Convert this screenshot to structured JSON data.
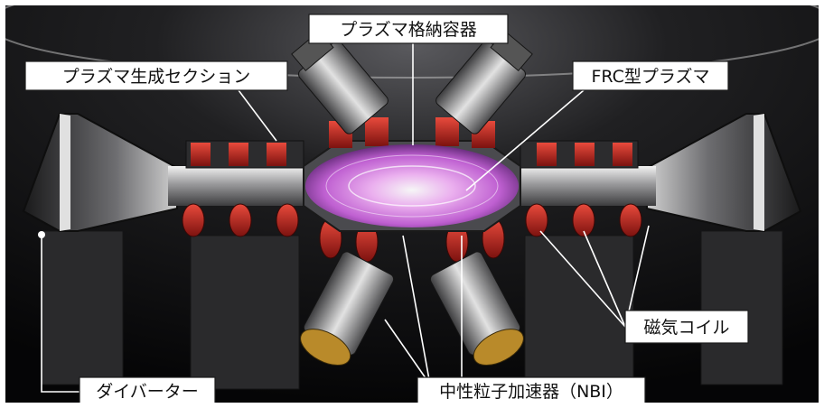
{
  "labels": {
    "confinement_vessel": "プラズマ格納容器",
    "formation_section": "プラズマ生成セクション",
    "frc_plasma": "FRC型プラズマ",
    "magnetic_coils": "磁気コイル",
    "divertor": "ダイバーター",
    "nbi": "中性粒子加速器（NBI）"
  },
  "colors": {
    "background": "#0d0d0f",
    "coil_red": "#c6231e",
    "plasma_pink": "#e58cf0",
    "metal_light": "#d9d9d9",
    "metal_dark": "#3a3a3c",
    "label_bg": "#ffffff",
    "leader_line": "#ffffff"
  }
}
